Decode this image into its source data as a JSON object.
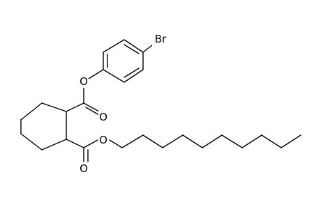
{
  "atoms": {
    "bromine": "Br",
    "ester_oxygen_aryl": "O",
    "carbonyl_oxygen_upper": "O",
    "ester_oxygen_decyl": "O",
    "carbonyl_oxygen_lower": "O"
  }
}
